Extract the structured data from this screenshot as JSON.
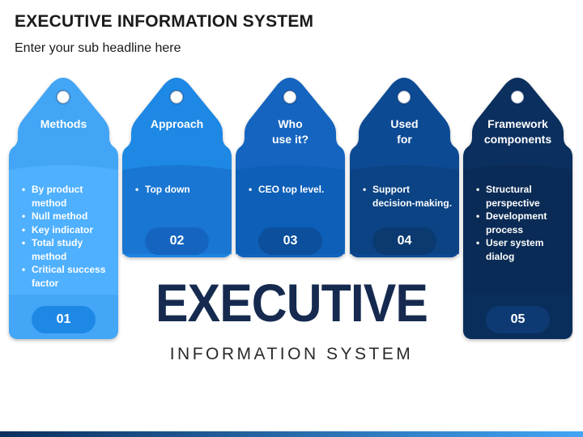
{
  "header": {
    "title": "EXECUTIVE INFORMATION SYSTEM",
    "subtitle": "Enter your sub headline here"
  },
  "tags": [
    {
      "title": [
        "Methods"
      ],
      "items": [
        "By product",
        "method",
        "Null method",
        "Key indicator",
        "Total study",
        "method",
        "Critical success",
        "factor"
      ],
      "bullets": [
        0,
        2,
        3,
        4,
        6
      ],
      "number": "01",
      "color": "#42a5f5",
      "lower_color": "#4fb0ff",
      "pill_color": "#1e88e5"
    },
    {
      "title": [
        "Approach"
      ],
      "items": [
        "Top down"
      ],
      "bullets": [
        0
      ],
      "number": "02",
      "color": "#1e88e5",
      "lower_color": "#1976d2",
      "pill_color": "#1565c0"
    },
    {
      "title": [
        "Who",
        "use it?"
      ],
      "items": [
        "CEO top level."
      ],
      "bullets": [
        0
      ],
      "number": "03",
      "color": "#1565c0",
      "lower_color": "#0d5fb8",
      "pill_color": "#0c4f9c"
    },
    {
      "title": [
        "Used",
        "for"
      ],
      "items": [
        "Support",
        "decision-making."
      ],
      "bullets": [
        0
      ],
      "number": "04",
      "color": "#0d4a94",
      "lower_color": "#0b4384",
      "pill_color": "#0a3a70"
    },
    {
      "title": [
        "Framework",
        "components"
      ],
      "items": [
        "Structural",
        "perspective",
        "Development",
        "process",
        "User system",
        "dialog"
      ],
      "bullets": [
        0,
        2,
        4
      ],
      "number": "05",
      "color": "#0b2f5e",
      "lower_color": "#0a2b55",
      "pill_color": "#0d3a72"
    }
  ],
  "center": {
    "big_word": "EXECUTIVE",
    "sub_word": "INFORMATION SYSTEM"
  },
  "colors": {
    "title": "#1a1a1a",
    "big_word": "#152a4e",
    "bar_left": "#0b2f5e",
    "bar_right": "#42a5f5"
  }
}
